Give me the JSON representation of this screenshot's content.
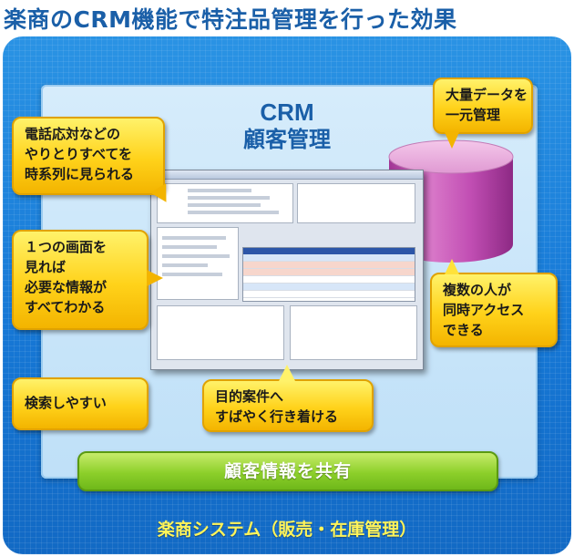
{
  "title": "楽商のCRM機能で特注品管理を行った効果",
  "crm": {
    "line1": "CRM",
    "line2": "顧客管理"
  },
  "callouts": {
    "history": [
      "電話応対などの",
      "やりとりすべてを",
      "時系列に見られる"
    ],
    "one_screen": [
      "１つの画面を",
      "見れば",
      "必要な情報が",
      "すべてわかる"
    ],
    "search": [
      "検索しやすい"
    ],
    "big_data": [
      "大量データを",
      "一元管理"
    ],
    "multi_access": [
      "複数の人が",
      "同時アクセス",
      "できる"
    ],
    "quick_reach": [
      "目的案件へ",
      "すばやく行き着ける"
    ]
  },
  "share_bar": "顧客情報を共有",
  "system_label": "楽商システム（販売・在庫管理）",
  "colors": {
    "title": "#1a5fa8",
    "outer_panel": "#1678d6",
    "callout": "#ffd21a",
    "cylinder": "#c24fb4",
    "share_bar": "#8ccf2a",
    "system_label": "#fff45a"
  }
}
